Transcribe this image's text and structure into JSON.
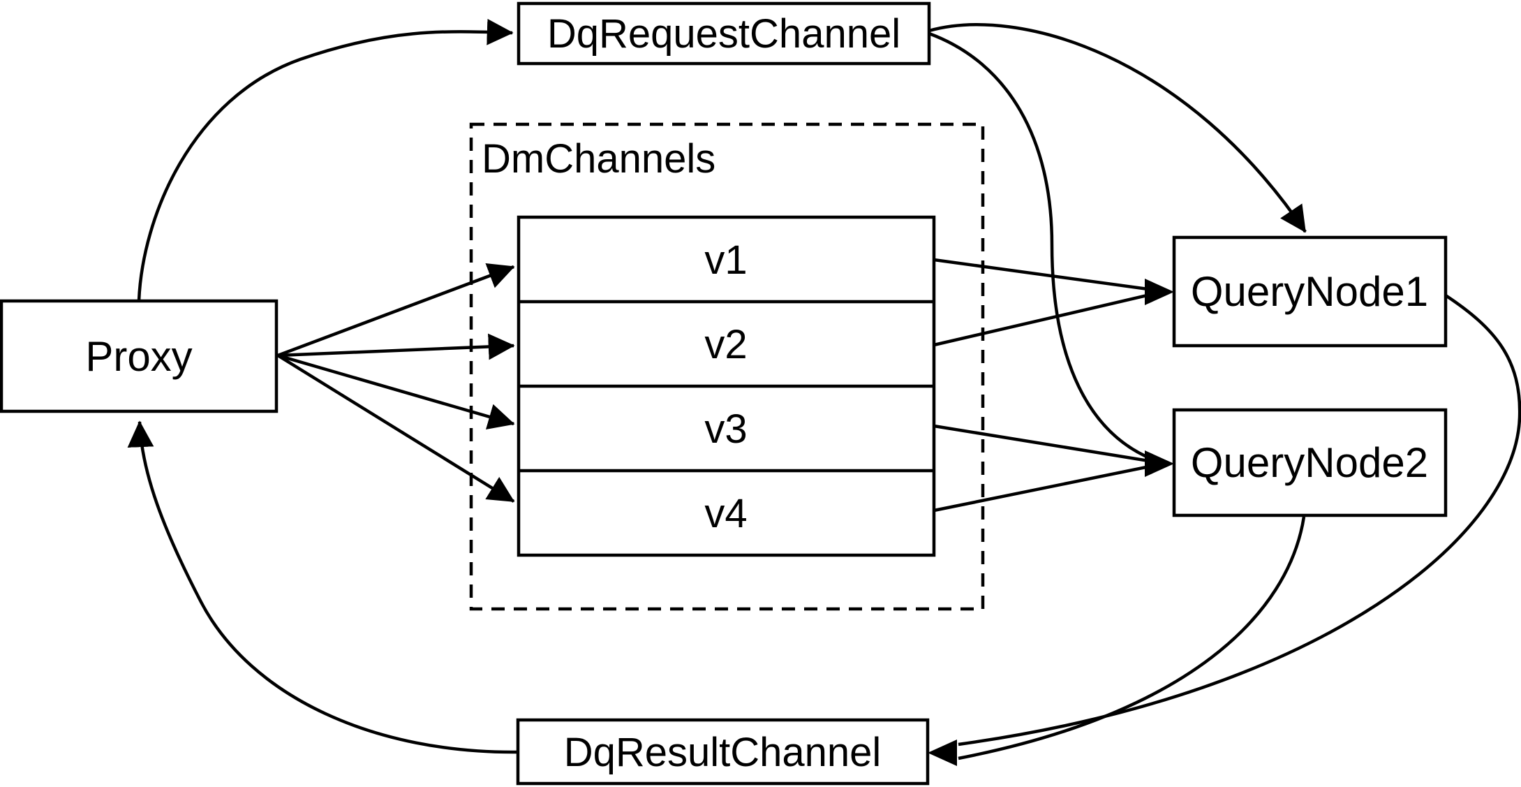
{
  "diagram": {
    "title": "query channel flow diagram",
    "background_color": "#ffffff",
    "stroke_color": "#000000",
    "nodes": {
      "proxy": {
        "label": "Proxy"
      },
      "dq_request_channel": {
        "label": "DqRequestChannel"
      },
      "dm_channels_group": {
        "label": "DmChannels"
      },
      "v1": {
        "label": "v1"
      },
      "v2": {
        "label": "v2"
      },
      "v3": {
        "label": "v3"
      },
      "v4": {
        "label": "v4"
      },
      "query_node_1": {
        "label": "QueryNode1"
      },
      "query_node_2": {
        "label": "QueryNode2"
      },
      "dq_result_channel": {
        "label": "DqResultChannel"
      }
    },
    "edges": [
      {
        "from": "Proxy",
        "to": "DqRequestChannel"
      },
      {
        "from": "Proxy",
        "to": "v1"
      },
      {
        "from": "Proxy",
        "to": "v2"
      },
      {
        "from": "Proxy",
        "to": "v3"
      },
      {
        "from": "Proxy",
        "to": "v4"
      },
      {
        "from": "v1",
        "to": "QueryNode1"
      },
      {
        "from": "v2",
        "to": "QueryNode1"
      },
      {
        "from": "v3",
        "to": "QueryNode2"
      },
      {
        "from": "v4",
        "to": "QueryNode2"
      },
      {
        "from": "DqRequestChannel",
        "to": "QueryNode1"
      },
      {
        "from": "DqRequestChannel",
        "to": "QueryNode2"
      },
      {
        "from": "QueryNode1",
        "to": "DqResultChannel"
      },
      {
        "from": "QueryNode2",
        "to": "DqResultChannel"
      },
      {
        "from": "DqResultChannel",
        "to": "Proxy"
      }
    ]
  }
}
